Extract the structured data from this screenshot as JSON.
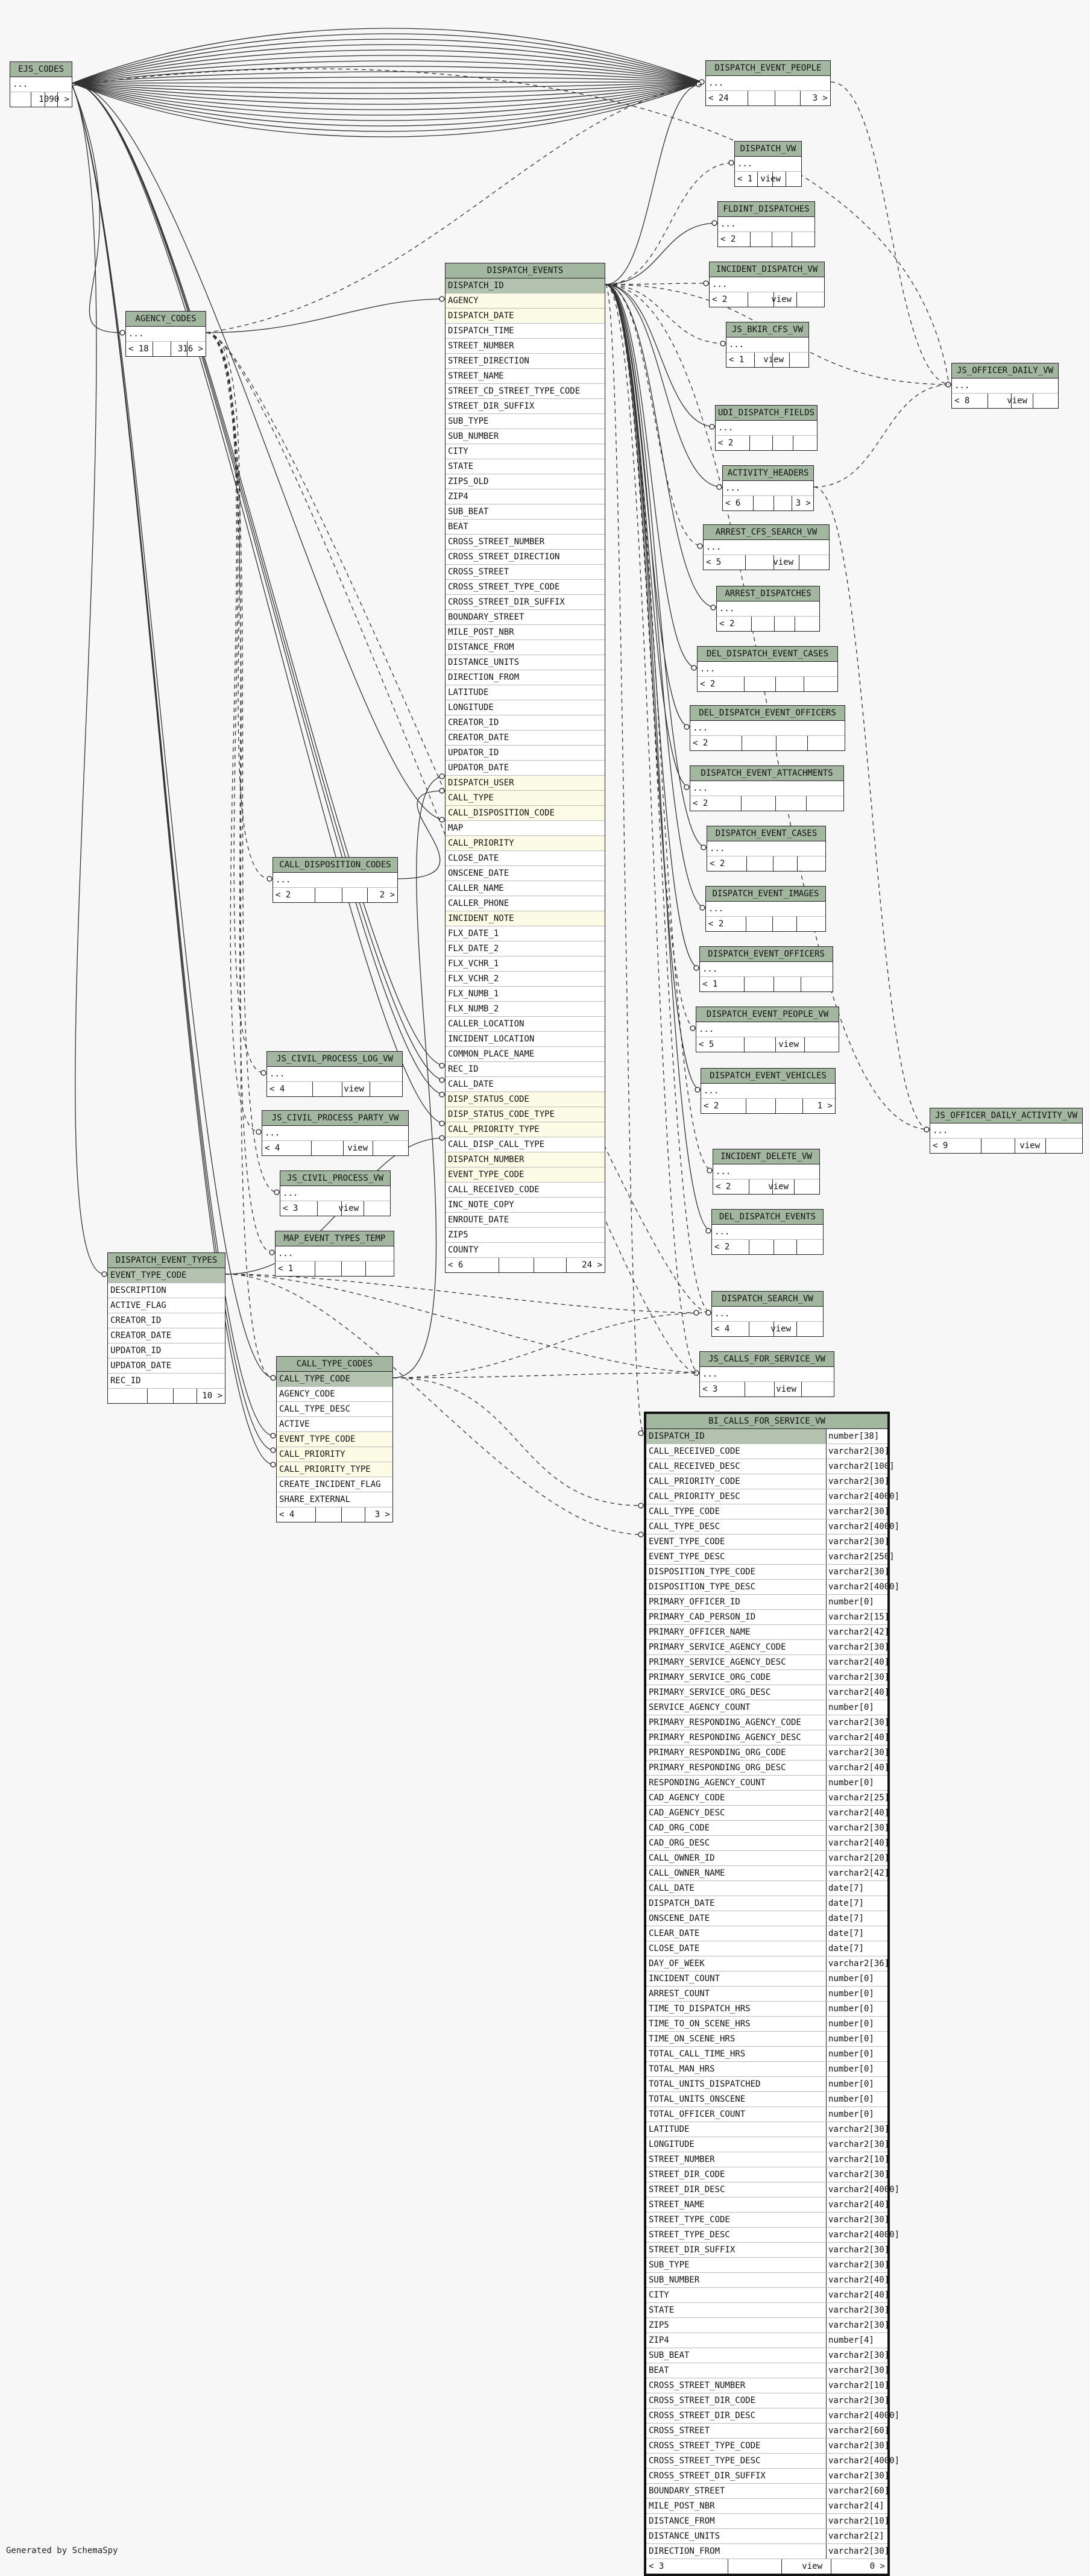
{
  "generated_by": "Generated by SchemaSpy",
  "tables": [
    {
      "name": "EJS_CODES",
      "rows": [
        "..."
      ],
      "footer": {
        "left": "",
        "mid": "",
        "right": "1090 >"
      }
    },
    {
      "name": "AGENCY_CODES",
      "rows": [
        "..."
      ],
      "footer": {
        "left": "< 18",
        "mid": "",
        "right": "316 >"
      }
    },
    {
      "name": "DISPATCH_EVENT_PEOPLE",
      "rows": [
        "..."
      ],
      "footer": {
        "left": "< 24",
        "mid": "",
        "right": "3 >"
      }
    },
    {
      "name": "DISPATCH_VW",
      "rows": [
        "..."
      ],
      "footer": {
        "left": "< 1",
        "mid": "view",
        "right": ""
      }
    },
    {
      "name": "FLDINT_DISPATCHES",
      "rows": [
        "..."
      ],
      "footer": {
        "left": "< 2",
        "mid": "",
        "right": ""
      }
    },
    {
      "name": "INCIDENT_DISPATCH_VW",
      "rows": [
        "..."
      ],
      "footer": {
        "left": "< 2",
        "mid": "view",
        "right": ""
      }
    },
    {
      "name": "JS_BKIR_CFS_VW",
      "rows": [
        "..."
      ],
      "footer": {
        "left": "< 1",
        "mid": "view",
        "right": ""
      }
    },
    {
      "name": "JS_OFFICER_DAILY_VW",
      "rows": [
        "..."
      ],
      "footer": {
        "left": "< 8",
        "mid": "view",
        "right": ""
      }
    },
    {
      "name": "UDI_DISPATCH_FIELDS",
      "rows": [
        "..."
      ],
      "footer": {
        "left": "< 2",
        "mid": "",
        "right": ""
      }
    },
    {
      "name": "ACTIVITY_HEADERS",
      "rows": [
        "..."
      ],
      "footer": {
        "left": "< 6",
        "mid": "",
        "right": "3 >"
      }
    },
    {
      "name": "ARREST_CFS_SEARCH_VW",
      "rows": [
        "..."
      ],
      "footer": {
        "left": "< 5",
        "mid": "view",
        "right": ""
      }
    },
    {
      "name": "ARREST_DISPATCHES",
      "rows": [
        "..."
      ],
      "footer": {
        "left": "< 2",
        "mid": "",
        "right": ""
      }
    },
    {
      "name": "DEL_DISPATCH_EVENT_CASES",
      "rows": [
        "..."
      ],
      "footer": {
        "left": "< 2",
        "mid": "",
        "right": ""
      }
    },
    {
      "name": "DEL_DISPATCH_EVENT_OFFICERS",
      "rows": [
        "..."
      ],
      "footer": {
        "left": "< 2",
        "mid": "",
        "right": ""
      }
    },
    {
      "name": "DISPATCH_EVENT_ATTACHMENTS",
      "rows": [
        "..."
      ],
      "footer": {
        "left": "< 2",
        "mid": "",
        "right": ""
      }
    },
    {
      "name": "DISPATCH_EVENT_CASES",
      "rows": [
        "..."
      ],
      "footer": {
        "left": "< 2",
        "mid": "",
        "right": ""
      }
    },
    {
      "name": "DISPATCH_EVENT_IMAGES",
      "rows": [
        "..."
      ],
      "footer": {
        "left": "< 2",
        "mid": "",
        "right": ""
      }
    },
    {
      "name": "DISPATCH_EVENT_OFFICERS",
      "rows": [
        "..."
      ],
      "footer": {
        "left": "< 1",
        "mid": "",
        "right": ""
      }
    },
    {
      "name": "DISPATCH_EVENT_PEOPLE_VW",
      "rows": [
        "..."
      ],
      "footer": {
        "left": "< 5",
        "mid": "view",
        "right": ""
      }
    },
    {
      "name": "DISPATCH_EVENT_VEHICLES",
      "rows": [
        "..."
      ],
      "footer": {
        "left": "< 2",
        "mid": "",
        "right": "1 >"
      }
    },
    {
      "name": "JS_OFFICER_DAILY_ACTIVITY_VW",
      "rows": [
        "..."
      ],
      "footer": {
        "left": "< 9",
        "mid": "view",
        "right": ""
      }
    },
    {
      "name": "INCIDENT_DELETE_VW",
      "rows": [
        "..."
      ],
      "footer": {
        "left": "< 2",
        "mid": "view",
        "right": ""
      }
    },
    {
      "name": "DEL_DISPATCH_EVENTS",
      "rows": [
        "..."
      ],
      "footer": {
        "left": "< 2",
        "mid": "",
        "right": ""
      }
    },
    {
      "name": "DISPATCH_SEARCH_VW",
      "rows": [
        "..."
      ],
      "footer": {
        "left": "< 4",
        "mid": "view",
        "right": ""
      }
    },
    {
      "name": "JS_CALLS_FOR_SERVICE_VW",
      "rows": [
        "..."
      ],
      "footer": {
        "left": "< 3",
        "mid": "view",
        "right": ""
      }
    },
    {
      "name": "CALL_DISPOSITION_CODES",
      "rows": [
        "..."
      ],
      "footer": {
        "left": "< 2",
        "mid": "",
        "right": "2 >"
      }
    },
    {
      "name": "JS_CIVIL_PROCESS_LOG_VW",
      "rows": [
        "..."
      ],
      "footer": {
        "left": "< 4",
        "mid": "view",
        "right": ""
      }
    },
    {
      "name": "JS_CIVIL_PROCESS_PARTY_VW",
      "rows": [
        "..."
      ],
      "footer": {
        "left": "< 4",
        "mid": "view",
        "right": ""
      }
    },
    {
      "name": "JS_CIVIL_PROCESS_VW",
      "rows": [
        "..."
      ],
      "footer": {
        "left": "< 3",
        "mid": "view",
        "right": ""
      }
    },
    {
      "name": "MAP_EVENT_TYPES_TEMP",
      "rows": [
        "..."
      ],
      "footer": {
        "left": "< 1",
        "mid": "",
        "right": ""
      }
    },
    {
      "name": "DISPATCH_EVENT_TYPES",
      "rows": [
        "EVENT_TYPE_CODE",
        "DESCRIPTION",
        "ACTIVE_FLAG",
        "CREATOR_ID",
        "CREATOR_DATE",
        "UPDATOR_ID",
        "UPDATOR_DATE",
        "REC_ID"
      ],
      "footer": {
        "left": "",
        "mid": "",
        "right": "10 >"
      }
    },
    {
      "name": "CALL_TYPE_CODES",
      "rows": [
        "CALL_TYPE_CODE",
        "AGENCY_CODE",
        "CALL_TYPE_DESC",
        "ACTIVE",
        "EVENT_TYPE_CODE",
        "CALL_PRIORITY",
        "CALL_PRIORITY_TYPE",
        "CREATE_INCIDENT_FLAG",
        "SHARE_EXTERNAL"
      ],
      "footer": {
        "left": "< 4",
        "mid": "",
        "right": "3 >"
      }
    },
    {
      "name": "DISPATCH_EVENTS",
      "rows": [
        "DISPATCH_ID",
        "AGENCY",
        "DISPATCH_DATE",
        "DISPATCH_TIME",
        "STREET_NUMBER",
        "STREET_DIRECTION",
        "STREET_NAME",
        "STREET_CD_STREET_TYPE_CODE",
        "STREET_DIR_SUFFIX",
        "SUB_TYPE",
        "SUB_NUMBER",
        "CITY",
        "STATE",
        "ZIPS_OLD",
        "ZIP4",
        "SUB_BEAT",
        "BEAT",
        "CROSS_STREET_NUMBER",
        "CROSS_STREET_DIRECTION",
        "CROSS_STREET",
        "CROSS_STREET_TYPE_CODE",
        "CROSS_STREET_DIR_SUFFIX",
        "BOUNDARY_STREET",
        "MILE_POST_NBR",
        "DISTANCE_FROM",
        "DISTANCE_UNITS",
        "DIRECTION_FROM",
        "LATITUDE",
        "LONGITUDE",
        "CREATOR_ID",
        "CREATOR_DATE",
        "UPDATOR_ID",
        "UPDATOR_DATE",
        "DISPATCH_USER",
        "CALL_TYPE",
        "CALL_DISPOSITION_CODE",
        "MAP",
        "CALL_PRIORITY",
        "CLOSE_DATE",
        "ONSCENE_DATE",
        "CALLER_NAME",
        "CALLER_PHONE",
        "INCIDENT_NOTE",
        "FLX_DATE_1",
        "FLX_DATE_2",
        "FLX_VCHR_1",
        "FLX_VCHR_2",
        "FLX_NUMB_1",
        "FLX_NUMB_2",
        "CALLER_LOCATION",
        "INCIDENT_LOCATION",
        "COMMON_PLACE_NAME",
        "REC_ID",
        "CALL_DATE",
        "DISP_STATUS_CODE",
        "DISP_STATUS_CODE_TYPE",
        "CALL_PRIORITY_TYPE",
        "CALL_DISP_CALL_TYPE",
        "DISPATCH_NUMBER",
        "EVENT_TYPE_CODE",
        "CALL_RECEIVED_CODE",
        "INC_NOTE_COPY",
        "ENROUTE_DATE",
        "ZIP5",
        "COUNTY"
      ],
      "footer": {
        "left": "< 6",
        "mid": "",
        "right": "24 >"
      }
    },
    {
      "name": "BI_CALLS_FOR_SERVICE_VW",
      "rows": [
        [
          "DISPATCH_ID",
          "number[38]"
        ],
        [
          "CALL_RECEIVED_CODE",
          "varchar2[30]"
        ],
        [
          "CALL_RECEIVED_DESC",
          "varchar2[100]"
        ],
        [
          "CALL_PRIORITY_CODE",
          "varchar2[30]"
        ],
        [
          "CALL_PRIORITY_DESC",
          "varchar2[4000]"
        ],
        [
          "CALL_TYPE_CODE",
          "varchar2[30]"
        ],
        [
          "CALL_TYPE_DESC",
          "varchar2[4000]"
        ],
        [
          "EVENT_TYPE_CODE",
          "varchar2[30]"
        ],
        [
          "EVENT_TYPE_DESC",
          "varchar2[250]"
        ],
        [
          "DISPOSITION_TYPE_CODE",
          "varchar2[30]"
        ],
        [
          "DISPOSITION_TYPE_DESC",
          "varchar2[4000]"
        ],
        [
          "PRIMARY_OFFICER_ID",
          "number[0]"
        ],
        [
          "PRIMARY_CAD_PERSON_ID",
          "varchar2[15]"
        ],
        [
          "PRIMARY_OFFICER_NAME",
          "varchar2[42]"
        ],
        [
          "PRIMARY_SERVICE_AGENCY_CODE",
          "varchar2[30]"
        ],
        [
          "PRIMARY_SERVICE_AGENCY_DESC",
          "varchar2[40]"
        ],
        [
          "PRIMARY_SERVICE_ORG_CODE",
          "varchar2[30]"
        ],
        [
          "PRIMARY_SERVICE_ORG_DESC",
          "varchar2[40]"
        ],
        [
          "SERVICE_AGENCY_COUNT",
          "number[0]"
        ],
        [
          "PRIMARY_RESPONDING_AGENCY_CODE",
          "varchar2[30]"
        ],
        [
          "PRIMARY_RESPONDING_AGENCY_DESC",
          "varchar2[40]"
        ],
        [
          "PRIMARY_RESPONDING_ORG_CODE",
          "varchar2[30]"
        ],
        [
          "PRIMARY_RESPONDING_ORG_DESC",
          "varchar2[40]"
        ],
        [
          "RESPONDING_AGENCY_COUNT",
          "number[0]"
        ],
        [
          "CAD_AGENCY_CODE",
          "varchar2[25]"
        ],
        [
          "CAD_AGENCY_DESC",
          "varchar2[40]"
        ],
        [
          "CAD_ORG_CODE",
          "varchar2[30]"
        ],
        [
          "CAD_ORG_DESC",
          "varchar2[40]"
        ],
        [
          "CALL_OWNER_ID",
          "varchar2[20]"
        ],
        [
          "CALL_OWNER_NAME",
          "varchar2[42]"
        ],
        [
          "CALL_DATE",
          "date[7]"
        ],
        [
          "DISPATCH_DATE",
          "date[7]"
        ],
        [
          "ONSCENE_DATE",
          "date[7]"
        ],
        [
          "CLEAR_DATE",
          "date[7]"
        ],
        [
          "CLOSE_DATE",
          "date[7]"
        ],
        [
          "DAY_OF_WEEK",
          "varchar2[36]"
        ],
        [
          "INCIDENT_COUNT",
          "number[0]"
        ],
        [
          "ARREST_COUNT",
          "number[0]"
        ],
        [
          "TIME_TO_DISPATCH_HRS",
          "number[0]"
        ],
        [
          "TIME_TO_ON_SCENE_HRS",
          "number[0]"
        ],
        [
          "TIME_ON_SCENE_HRS",
          "number[0]"
        ],
        [
          "TOTAL_CALL_TIME_HRS",
          "number[0]"
        ],
        [
          "TOTAL_MAN_HRS",
          "number[0]"
        ],
        [
          "TOTAL_UNITS_DISPATCHED",
          "number[0]"
        ],
        [
          "TOTAL_UNITS_ONSCENE",
          "number[0]"
        ],
        [
          "TOTAL_OFFICER_COUNT",
          "number[0]"
        ],
        [
          "LATITUDE",
          "varchar2[30]"
        ],
        [
          "LONGITUDE",
          "varchar2[30]"
        ],
        [
          "STREET_NUMBER",
          "varchar2[10]"
        ],
        [
          "STREET_DIR_CODE",
          "varchar2[30]"
        ],
        [
          "STREET_DIR_DESC",
          "varchar2[4000]"
        ],
        [
          "STREET_NAME",
          "varchar2[40]"
        ],
        [
          "STREET_TYPE_CODE",
          "varchar2[30]"
        ],
        [
          "STREET_TYPE_DESC",
          "varchar2[4000]"
        ],
        [
          "STREET_DIR_SUFFIX",
          "varchar2[30]"
        ],
        [
          "SUB_TYPE",
          "varchar2[30]"
        ],
        [
          "SUB_NUMBER",
          "varchar2[40]"
        ],
        [
          "CITY",
          "varchar2[40]"
        ],
        [
          "STATE",
          "varchar2[30]"
        ],
        [
          "ZIP5",
          "varchar2[30]"
        ],
        [
          "ZIP4",
          "number[4]"
        ],
        [
          "SUB_BEAT",
          "varchar2[30]"
        ],
        [
          "BEAT",
          "varchar2[30]"
        ],
        [
          "CROSS_STREET_NUMBER",
          "varchar2[10]"
        ],
        [
          "CROSS_STREET_DIR_CODE",
          "varchar2[30]"
        ],
        [
          "CROSS_STREET_DIR_DESC",
          "varchar2[4000]"
        ],
        [
          "CROSS_STREET",
          "varchar2[60]"
        ],
        [
          "CROSS_STREET_TYPE_CODE",
          "varchar2[30]"
        ],
        [
          "CROSS_STREET_TYPE_DESC",
          "varchar2[4000]"
        ],
        [
          "CROSS_STREET_DIR_SUFFIX",
          "varchar2[30]"
        ],
        [
          "BOUNDARY_STREET",
          "varchar2[60]"
        ],
        [
          "MILE_POST_NBR",
          "varchar2[4]"
        ],
        [
          "DISTANCE_FROM",
          "varchar2[10]"
        ],
        [
          "DISTANCE_UNITS",
          "varchar2[2]"
        ],
        [
          "DIRECTION_FROM",
          "varchar2[30]"
        ]
      ],
      "footer": {
        "left": "< 3",
        "mid": "view",
        "right": "0 >"
      }
    }
  ]
}
